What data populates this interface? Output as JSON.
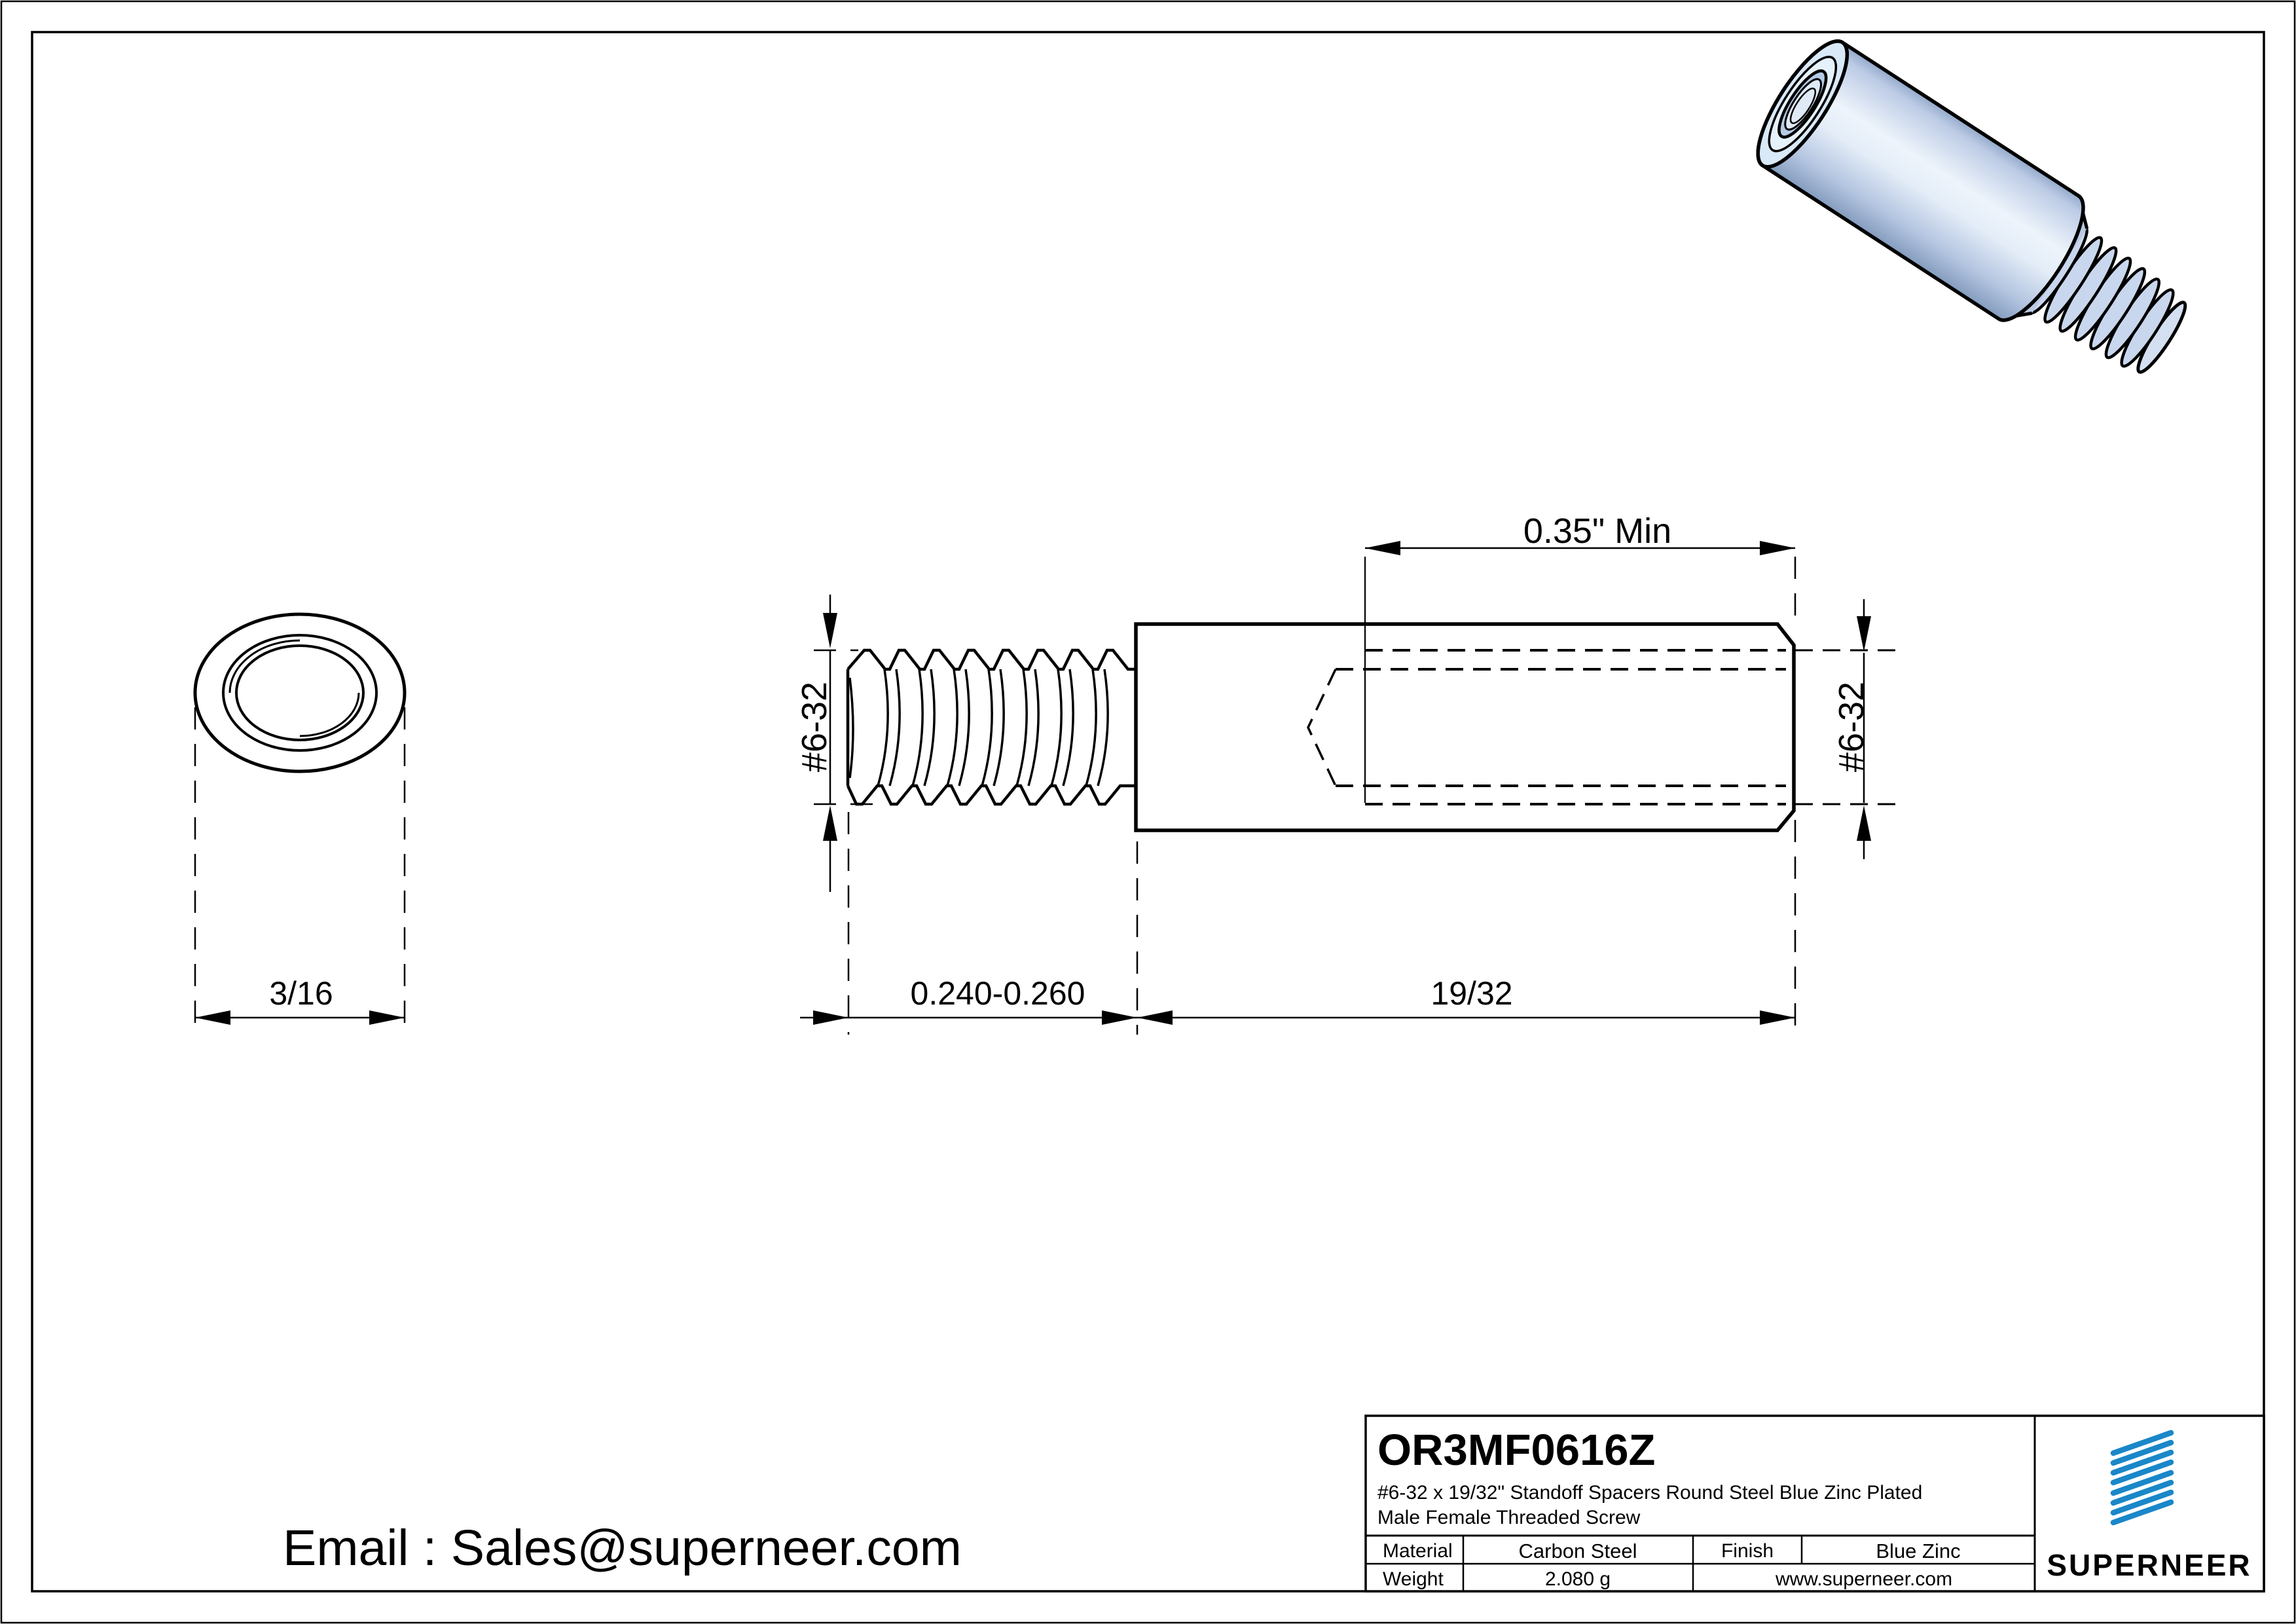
{
  "views": {
    "front": {
      "diameter_dim": "3/16"
    },
    "side": {
      "male_thread_dim": "#6-32",
      "female_thread_dim": "#6-32",
      "male_thread_length_dim": "0.240-0.260",
      "body_length_dim": "19/32",
      "female_thread_depth_dim": "0.35\" Min"
    }
  },
  "footer": {
    "email": "Email : Sales@superneer.com"
  },
  "title_block": {
    "part_number": "OR3MF0616Z",
    "description_line1": "#6-32 x 19/32\" Standoff Spacers Round Steel Blue Zinc Plated",
    "description_line2": "Male Female Threaded Screw",
    "material_label": "Material",
    "material_value": "Carbon Steel",
    "finish_label": "Finish",
    "finish_value": "Blue Zinc",
    "weight_label": "Weight",
    "weight_value": "2.080 g",
    "website": "www.superneer.com",
    "brand": "SUPERNEER"
  },
  "colors": {
    "brand_blue": "#1a87c9",
    "line_black": "#000000",
    "part_body_mid": "#c9d7ee",
    "part_face": "#d9e9f7"
  }
}
